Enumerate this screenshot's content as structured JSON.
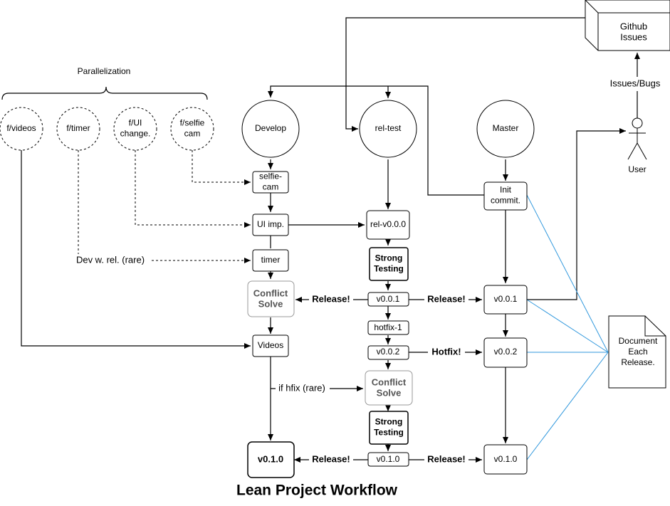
{
  "title": "Lean Project Workflow",
  "parallelization_label": "Parallelization",
  "features": [
    "f/videos",
    "f/timer",
    "f/UI change.",
    "f/selfie cam"
  ],
  "branches": {
    "develop": "Develop",
    "rel_test": "rel-test",
    "master": "Master"
  },
  "develop_nodes": {
    "selfie_cam": "selfie-cam",
    "ui_imp": "UI imp.",
    "timer": "timer",
    "conflict_solve": "Conflict Solve",
    "videos": "Videos",
    "v010": "v0.1.0"
  },
  "rel_nodes": {
    "rel_v000": "rel-v0.0.0",
    "strong_testing_1": "Strong Testing",
    "v001": "v0.0.1",
    "hotfix_1": "hotfix-1",
    "v002": "v0.0.2",
    "conflict_solve": "Conflict Solve",
    "strong_testing_2": "Strong Testing",
    "v010": "v0.1.0"
  },
  "master_nodes": {
    "init_commit": "Init commit.",
    "v001": "v0.0.1",
    "v002": "v0.0.2",
    "v010": "v0.1.0"
  },
  "edge_labels": {
    "dev_w_rel": "Dev w. rel. (rare)",
    "release": "Release!",
    "hotfix": "Hotfix!",
    "if_hfix": "if hfix (rare)",
    "issues_bugs": "Issues/Bugs"
  },
  "github_issues": "Github Issues",
  "user": "User",
  "document": "Document Each Release."
}
